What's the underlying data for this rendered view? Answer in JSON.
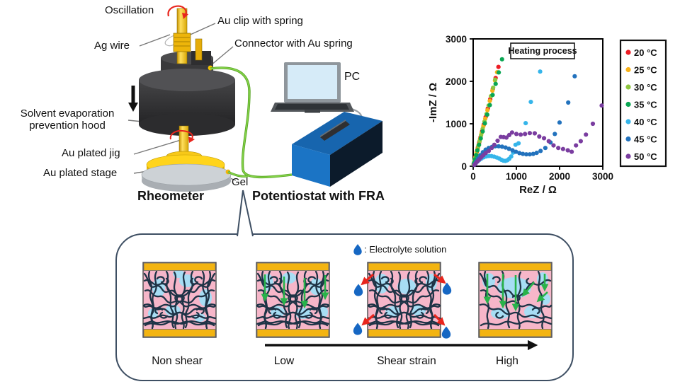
{
  "apparatus": {
    "oscillation": "Oscillation",
    "au_clip": "Au clip with spring",
    "ag_wire": "Ag wire",
    "connector": "Connector with Au spring",
    "pc": "PC",
    "hood_line1": "Solvent evaporation",
    "hood_line2": "prevention hood",
    "au_jig": "Au plated jig",
    "au_stage": "Au plated stage",
    "gel": "Gel",
    "rheometer": "Rheometer",
    "potentiostat": "Potentiostat with FRA"
  },
  "shear": {
    "legend_label": ": Electrolyte solution",
    "non_shear": "Non shear",
    "low": "Low",
    "axis_label": "Shear strain",
    "high": "High",
    "colors": {
      "droplet": "#1667c3",
      "gel_matrix_pink": "#f6b6c9",
      "electrolyte_blue": "#a7ddf4",
      "polymer_network": "#1e3346",
      "electrode_gold": "#f3b411",
      "flow_arrow_green": "#29b24a",
      "squeeze_arrow_red": "#e8251d"
    }
  },
  "chart_data": {
    "type": "scatter",
    "annotation": "Heating process",
    "xlabel": "ReZ / Ω",
    "ylabel": "-ImZ / Ω",
    "xlim": [
      0,
      3000
    ],
    "ylim": [
      0,
      3000
    ],
    "xticks": [
      0,
      1000,
      2000,
      3000
    ],
    "yticks": [
      0,
      1000,
      2000,
      3000
    ],
    "grid": false,
    "legend_position": "right-outside",
    "series": [
      {
        "name": "20 °C",
        "color": "#ed1c24",
        "points": [
          [
            15,
            60
          ],
          [
            35,
            140
          ],
          [
            60,
            240
          ],
          [
            85,
            340
          ],
          [
            110,
            440
          ],
          [
            140,
            560
          ],
          [
            170,
            680
          ],
          [
            205,
            820
          ],
          [
            245,
            980
          ],
          [
            290,
            1160
          ],
          [
            340,
            1360
          ],
          [
            395,
            1580
          ],
          [
            455,
            1820
          ],
          [
            520,
            2080
          ],
          [
            585,
            2340
          ]
        ]
      },
      {
        "name": "25 °C",
        "color": "#f9b219",
        "points": [
          [
            12,
            50
          ],
          [
            30,
            120
          ],
          [
            52,
            210
          ],
          [
            75,
            300
          ],
          [
            100,
            400
          ],
          [
            128,
            510
          ],
          [
            160,
            640
          ],
          [
            195,
            780
          ],
          [
            235,
            940
          ],
          [
            280,
            1120
          ],
          [
            330,
            1320
          ],
          [
            385,
            1540
          ],
          [
            445,
            1780
          ],
          [
            505,
            2020
          ],
          [
            555,
            2215
          ]
        ]
      },
      {
        "name": "30 °C",
        "color": "#8ec63f",
        "points": [
          [
            10,
            40
          ],
          [
            25,
            100
          ],
          [
            45,
            180
          ],
          [
            68,
            270
          ],
          [
            92,
            370
          ],
          [
            118,
            470
          ],
          [
            148,
            590
          ],
          [
            182,
            730
          ],
          [
            220,
            880
          ],
          [
            262,
            1050
          ],
          [
            308,
            1230
          ],
          [
            358,
            1430
          ],
          [
            412,
            1650
          ],
          [
            462,
            1850
          ],
          [
            510,
            2040
          ]
        ]
      },
      {
        "name": "35 °C",
        "color": "#0aa653",
        "points": [
          [
            18,
            70
          ],
          [
            42,
            160
          ],
          [
            70,
            260
          ],
          [
            100,
            375
          ],
          [
            135,
            505
          ],
          [
            175,
            655
          ],
          [
            220,
            820
          ],
          [
            270,
            1010
          ],
          [
            325,
            1215
          ],
          [
            385,
            1440
          ],
          [
            450,
            1680
          ],
          [
            520,
            1940
          ],
          [
            592,
            2210
          ],
          [
            668,
            2520
          ]
        ]
      },
      {
        "name": "40 °C",
        "color": "#35b5ea",
        "points": [
          [
            25,
            30
          ],
          [
            55,
            65
          ],
          [
            95,
            105
          ],
          [
            140,
            145
          ],
          [
            190,
            180
          ],
          [
            245,
            210
          ],
          [
            305,
            230
          ],
          [
            365,
            240
          ],
          [
            425,
            238
          ],
          [
            485,
            225
          ],
          [
            545,
            205
          ],
          [
            605,
            180
          ],
          [
            655,
            150
          ],
          [
            700,
            130
          ],
          [
            745,
            125
          ],
          [
            790,
            140
          ],
          [
            835,
            175
          ],
          [
            880,
            230
          ],
          [
            925,
            320
          ],
          [
            980,
            505
          ],
          [
            1050,
            540
          ],
          [
            1215,
            1015
          ],
          [
            1335,
            1515
          ],
          [
            1550,
            2230
          ]
        ]
      },
      {
        "name": "45 °C",
        "color": "#2272bd",
        "points": [
          [
            30,
            45
          ],
          [
            70,
            110
          ],
          [
            115,
            185
          ],
          [
            165,
            260
          ],
          [
            225,
            330
          ],
          [
            290,
            390
          ],
          [
            360,
            430
          ],
          [
            435,
            455
          ],
          [
            510,
            470
          ],
          [
            590,
            470
          ],
          [
            670,
            460
          ],
          [
            750,
            440
          ],
          [
            830,
            410
          ],
          [
            910,
            375
          ],
          [
            990,
            340
          ],
          [
            1070,
            310
          ],
          [
            1150,
            290
          ],
          [
            1230,
            280
          ],
          [
            1310,
            280
          ],
          [
            1390,
            290
          ],
          [
            1470,
            315
          ],
          [
            1560,
            360
          ],
          [
            1670,
            430
          ],
          [
            1790,
            560
          ],
          [
            1890,
            760
          ],
          [
            2000,
            1030
          ],
          [
            2200,
            1500
          ],
          [
            2350,
            2120
          ]
        ]
      },
      {
        "name": "50 °C",
        "color": "#7a3da0",
        "points": [
          [
            25,
            30
          ],
          [
            60,
            70
          ],
          [
            100,
            115
          ],
          [
            145,
            165
          ],
          [
            190,
            215
          ],
          [
            235,
            260
          ],
          [
            290,
            310
          ],
          [
            360,
            360
          ],
          [
            430,
            430
          ],
          [
            490,
            505
          ],
          [
            565,
            600
          ],
          [
            640,
            690
          ],
          [
            705,
            685
          ],
          [
            770,
            675
          ],
          [
            835,
            735
          ],
          [
            900,
            795
          ],
          [
            1000,
            760
          ],
          [
            1100,
            745
          ],
          [
            1200,
            760
          ],
          [
            1310,
            780
          ],
          [
            1425,
            775
          ],
          [
            1530,
            700
          ],
          [
            1640,
            660
          ],
          [
            1750,
            590
          ],
          [
            1860,
            490
          ],
          [
            1970,
            430
          ],
          [
            2080,
            405
          ],
          [
            2190,
            375
          ],
          [
            2280,
            340
          ],
          [
            2380,
            490
          ],
          [
            2490,
            590
          ],
          [
            2610,
            745
          ],
          [
            2770,
            1000
          ],
          [
            2975,
            1430
          ]
        ]
      }
    ]
  }
}
